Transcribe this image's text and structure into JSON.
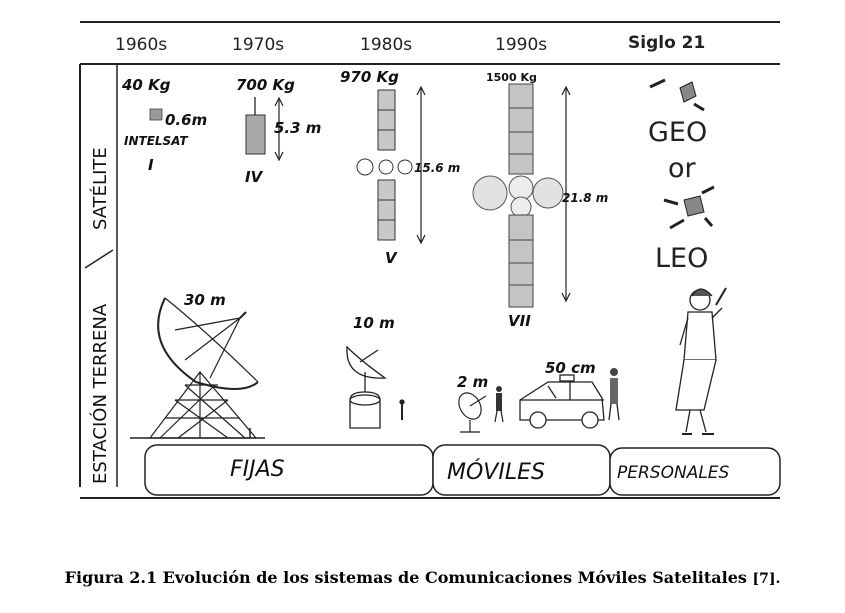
{
  "header": {
    "eras": [
      "1960s",
      "1970s",
      "1980s",
      "1990s",
      "Siglo 21"
    ]
  },
  "side_labels": {
    "satellite": "SATÉLITE",
    "earth_station": "ESTACIÓN TERRENA"
  },
  "satellites": [
    {
      "mass": "40 Kg",
      "size": "0.6m",
      "name": "INTELSAT",
      "numeral": "I"
    },
    {
      "mass": "700 Kg",
      "size": "5.3 m",
      "numeral": "IV"
    },
    {
      "mass": "970 Kg",
      "size": "15.6 m",
      "numeral": "V"
    },
    {
      "mass": "1500 Kg",
      "size": "21.8 m",
      "numeral": "VII"
    }
  ],
  "orbits": {
    "geo": "GEO",
    "or": "or",
    "leo": "LEO"
  },
  "stations": {
    "large_dish": "30 m",
    "medium_dish": "10 m",
    "small_dish": "2 m",
    "vehicle": "50 cm"
  },
  "categories": {
    "fixed": "FIJAS",
    "mobile": "MÓVILES",
    "personal": "PERSONALES"
  },
  "caption": {
    "text": "Figura 2.1 Evolución de los sistemas de Comunicaciones Móviles Satelitales",
    "ref": "[7]."
  },
  "colors": {
    "ink": "#222222",
    "panel_gray": "#b5b5b5"
  }
}
